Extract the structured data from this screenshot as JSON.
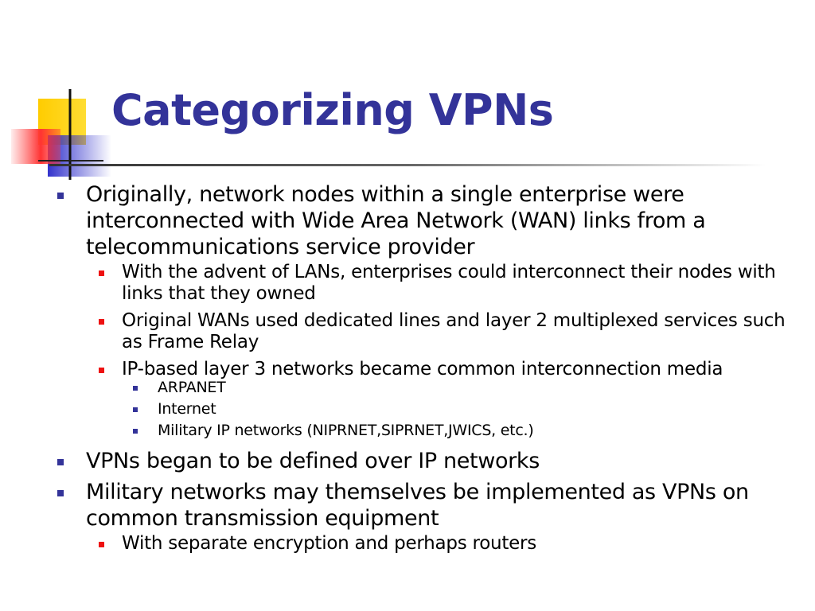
{
  "slide": {
    "title": "Categorizing VPNs",
    "colors": {
      "title": "#333399",
      "bullet_level1": "#333399",
      "bullet_level2": "#ee1111",
      "bullet_level3": "#333399",
      "deco_yellow": "#ffcc00",
      "deco_blue": "#3333cc",
      "deco_red": "#ff3333"
    },
    "bullets": [
      {
        "text": "Originally, network nodes within a single enterprise were interconnected with Wide Area Network (WAN) links from a telecommunications service provider",
        "children": [
          {
            "text": "With the advent of LANs, enterprises could interconnect their nodes with links that they owned"
          },
          {
            "text": "Original WANs used dedicated lines and layer 2 multiplexed services such as Frame Relay"
          },
          {
            "text": "IP-based layer 3 networks became common interconnection media",
            "children": [
              {
                "text": "ARPANET"
              },
              {
                "text": "Internet"
              },
              {
                "text": "Military IP networks (NIPRNET,SIPRNET,JWICS, etc.)"
              }
            ]
          }
        ]
      },
      {
        "text": "VPNs began to be defined over IP networks"
      },
      {
        "text": "Military networks may themselves be implemented as VPNs on common transmission equipment",
        "children": [
          {
            "text": "With separate encryption and perhaps routers"
          }
        ]
      }
    ]
  }
}
